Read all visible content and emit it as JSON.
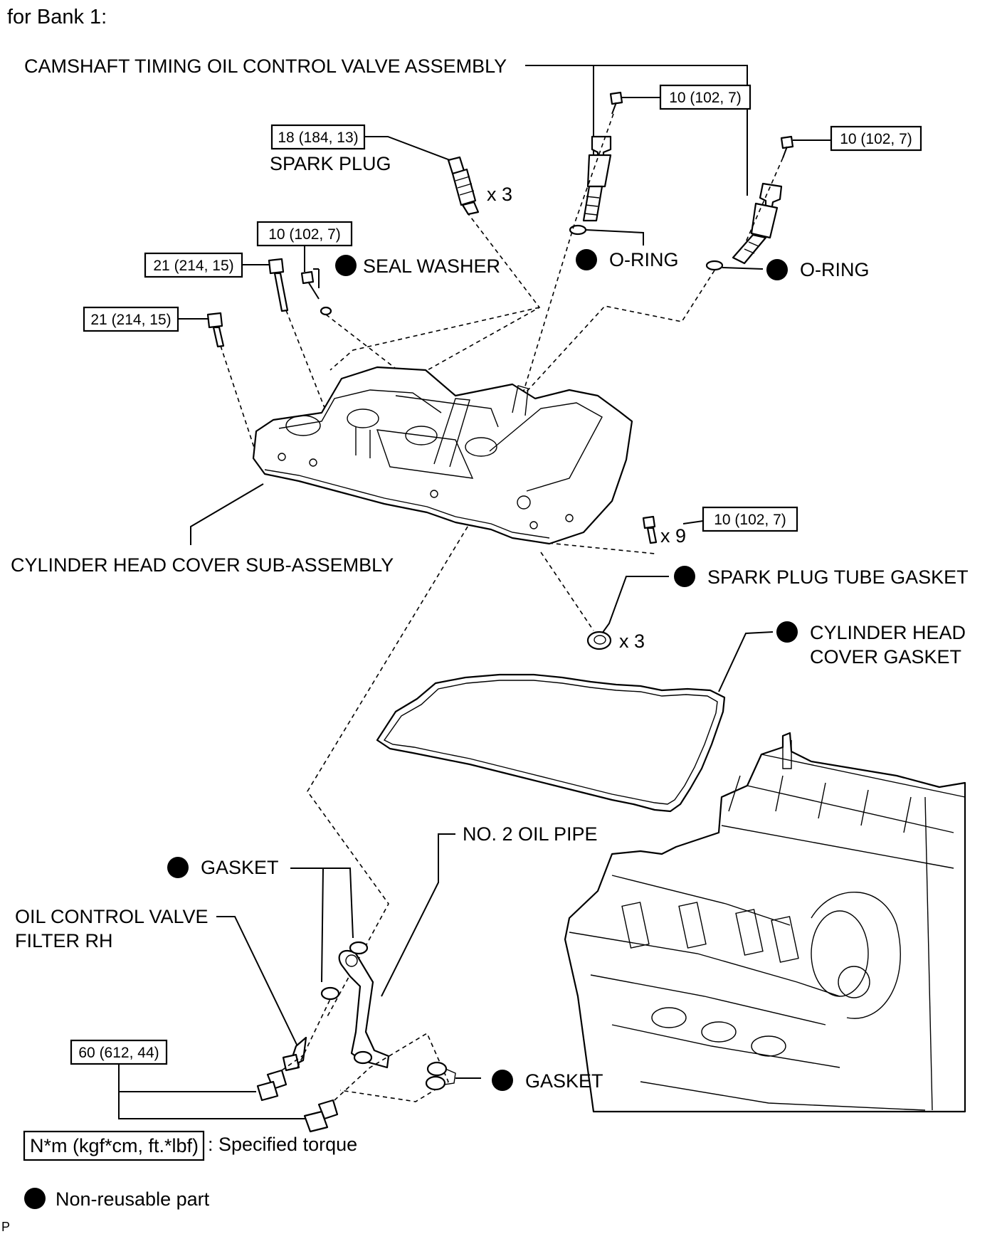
{
  "header": {
    "title": "for Bank 1:"
  },
  "labels": {
    "camshaft_valve": "CAMSHAFT TIMING OIL CONTROL VALVE ASSEMBLY",
    "spark_plug": "SPARK PLUG",
    "seal_washer": "SEAL WASHER",
    "o_ring_1": "O-RING",
    "o_ring_2": "O-RING",
    "cylinder_head_cover": "CYLINDER HEAD COVER SUB-ASSEMBLY",
    "spark_plug_tube_gasket": "SPARK PLUG TUBE GASKET",
    "cover_gasket_line1": "CYLINDER HEAD",
    "cover_gasket_line2": "COVER GASKET",
    "no2_oil_pipe": "NO. 2 OIL PIPE",
    "gasket_upper": "GASKET",
    "oil_filter_line1": "OIL CONTROL VALVE",
    "oil_filter_line2": "FILTER RH",
    "gasket_lower": "GASKET"
  },
  "quantities": {
    "spark_plug": "x 3",
    "bolts": "x 9",
    "tube_gasket": "x 3"
  },
  "torques": {
    "valve_bolt_1": "10 (102, 7)",
    "valve_bolt_2": "10 (102, 7)",
    "spark_plug": "18 (184, 13)",
    "seal_bolt": "10 (102, 7)",
    "cover_bolt_a": "21 (214, 15)",
    "cover_bolt_b": "21 (214, 15)",
    "cover_bolts_x9": "10 (102, 7)",
    "union_bolts": "60 (612, 44)"
  },
  "legend": {
    "torque_unit": "N*m (kgf*cm, ft.*lbf)",
    "torque_desc": ": Specified torque",
    "non_reusable": "Non-reusable part"
  },
  "footer": {
    "code": "P"
  }
}
